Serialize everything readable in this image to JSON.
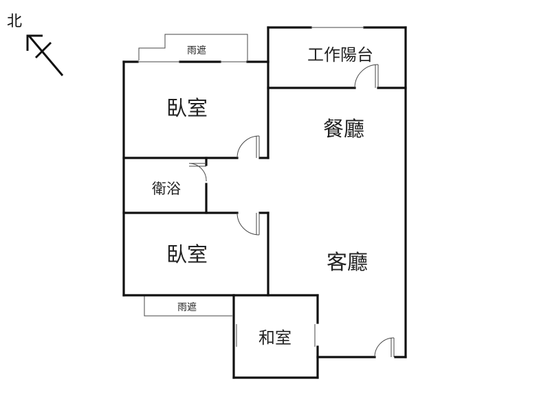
{
  "compass": {
    "label": "北",
    "icon": "north-arrow-icon"
  },
  "rooms": {
    "balcony": "工作陽台",
    "dining": "餐廳",
    "bedroom_top": "臥室",
    "bathroom": "衛浴",
    "bedroom_bottom": "臥室",
    "living": "客廳",
    "tatami": "和室",
    "canopy_top": "雨遮",
    "canopy_bottom": "雨遮"
  }
}
